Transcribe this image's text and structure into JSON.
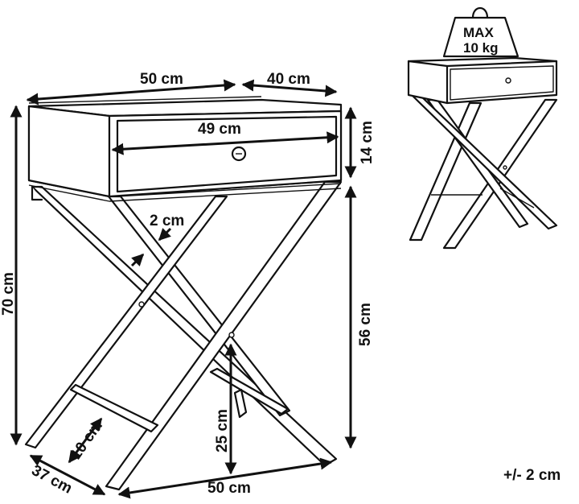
{
  "dimensions": {
    "width_top": "50 cm",
    "depth_top": "40 cm",
    "drawer_width": "49 cm",
    "drawer_height": "14 cm",
    "total_height": "70 cm",
    "leg_thickness": "2 cm",
    "leg_height": "56 cm",
    "crossbar_height": "25 cm",
    "crossbar_length": "10 cm",
    "base_depth": "37 cm",
    "base_width": "50 cm"
  },
  "max_load": {
    "line1": "MAX",
    "line2": "10 kg"
  },
  "tolerance": "+/- 2 cm"
}
